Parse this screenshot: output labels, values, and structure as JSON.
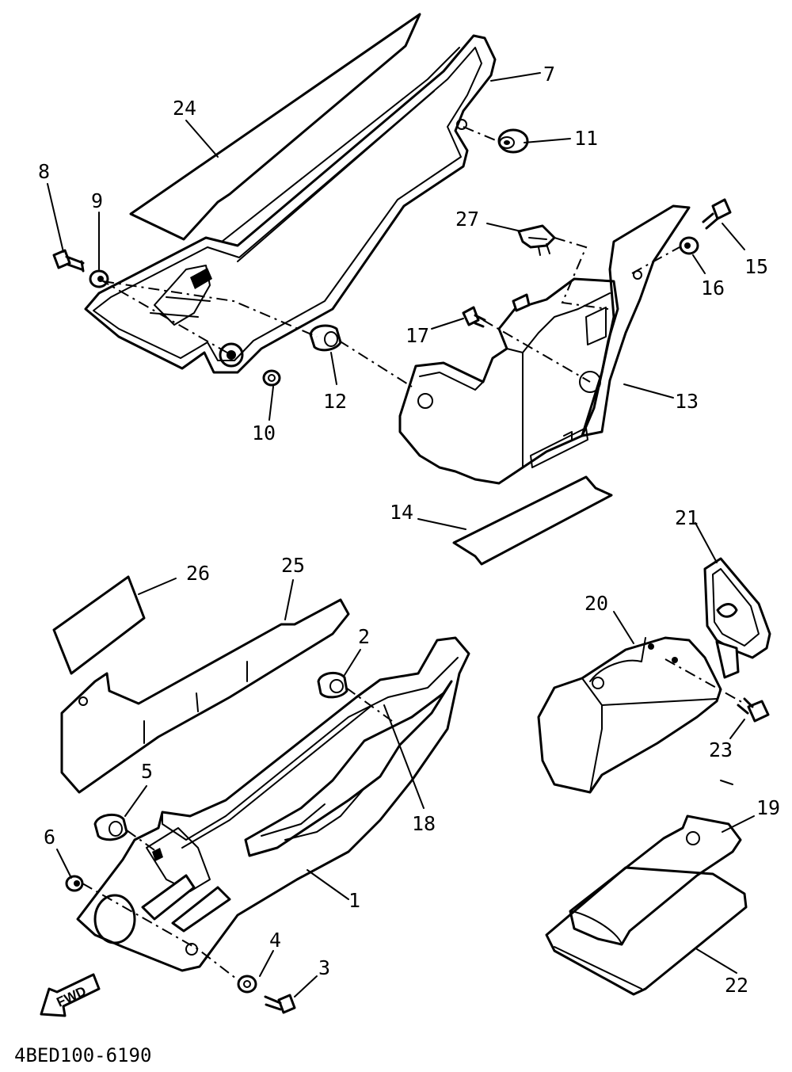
{
  "diagram": {
    "code": "4BED100-6190",
    "fwd_label": "FWD",
    "callouts": [
      {
        "id": "1",
        "text": "1"
      },
      {
        "id": "2",
        "text": "2"
      },
      {
        "id": "3",
        "text": "3"
      },
      {
        "id": "4",
        "text": "4"
      },
      {
        "id": "5",
        "text": "5"
      },
      {
        "id": "6",
        "text": "6"
      },
      {
        "id": "7",
        "text": "7"
      },
      {
        "id": "8",
        "text": "8"
      },
      {
        "id": "9",
        "text": "9"
      },
      {
        "id": "10",
        "text": "10"
      },
      {
        "id": "11",
        "text": "11"
      },
      {
        "id": "12",
        "text": "12"
      },
      {
        "id": "13",
        "text": "13"
      },
      {
        "id": "14",
        "text": "14"
      },
      {
        "id": "15",
        "text": "15"
      },
      {
        "id": "16",
        "text": "16"
      },
      {
        "id": "17",
        "text": "17"
      },
      {
        "id": "18",
        "text": "18"
      },
      {
        "id": "19",
        "text": "19"
      },
      {
        "id": "20",
        "text": "20"
      },
      {
        "id": "21",
        "text": "21"
      },
      {
        "id": "22",
        "text": "22"
      },
      {
        "id": "23",
        "text": "23"
      },
      {
        "id": "24",
        "text": "24"
      },
      {
        "id": "25",
        "text": "25"
      },
      {
        "id": "26",
        "text": "26"
      },
      {
        "id": "27",
        "text": "27"
      }
    ]
  }
}
